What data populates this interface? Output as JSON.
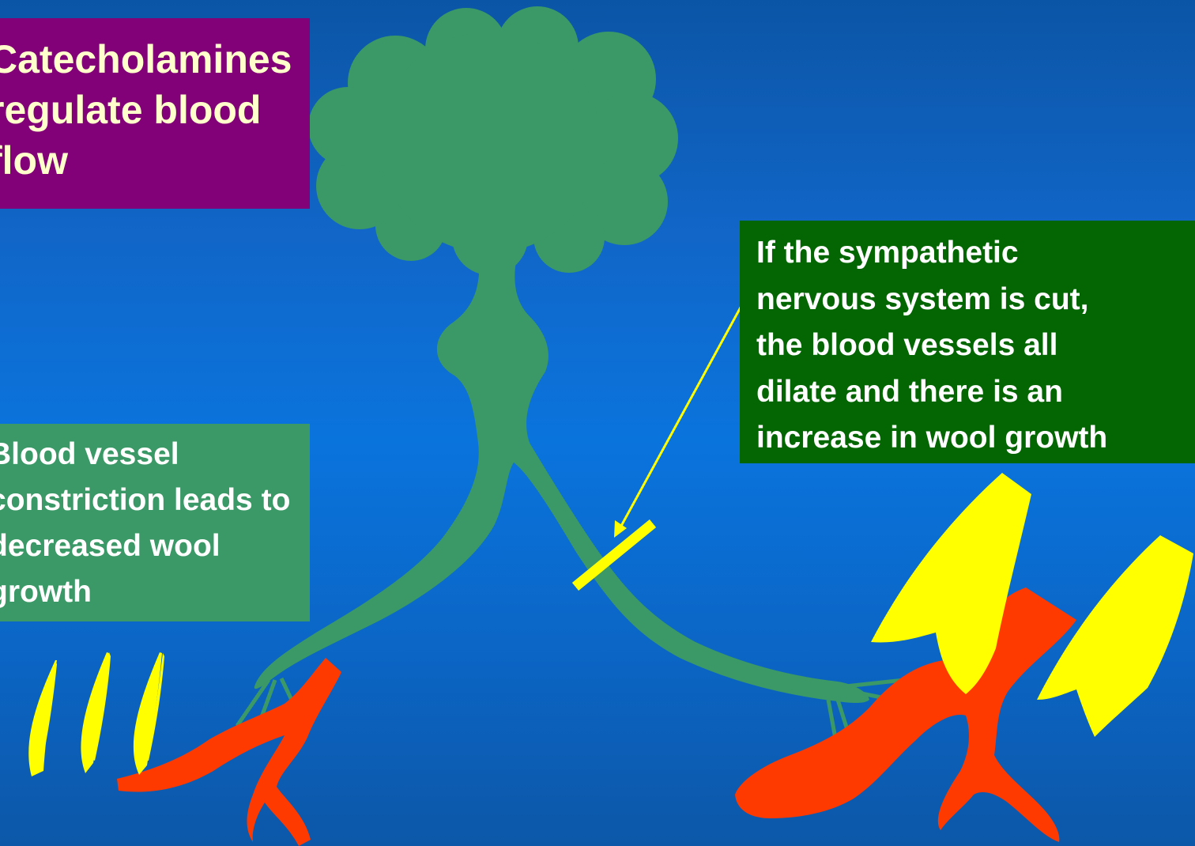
{
  "title_box": {
    "lines": [
      "Catecholamines",
      "regulate blood",
      "flow"
    ]
  },
  "left_box": {
    "lines": [
      "Blood vessel",
      "constriction leads to",
      "decreased wool",
      "growth"
    ]
  },
  "right_box": {
    "lines": [
      "If the sympathetic",
      "nervous system is cut,",
      "the blood vessels all",
      "dilate and there is an",
      "increase in wool growth"
    ]
  },
  "colors": {
    "nerve": "#3a9966",
    "blood_vessel": "#ff3a00",
    "wool_fibre": "#ffff00",
    "cut_marker": "#ffff00",
    "title_box": "#820078",
    "left_box": "#3a9966",
    "right_box": "#036603"
  }
}
